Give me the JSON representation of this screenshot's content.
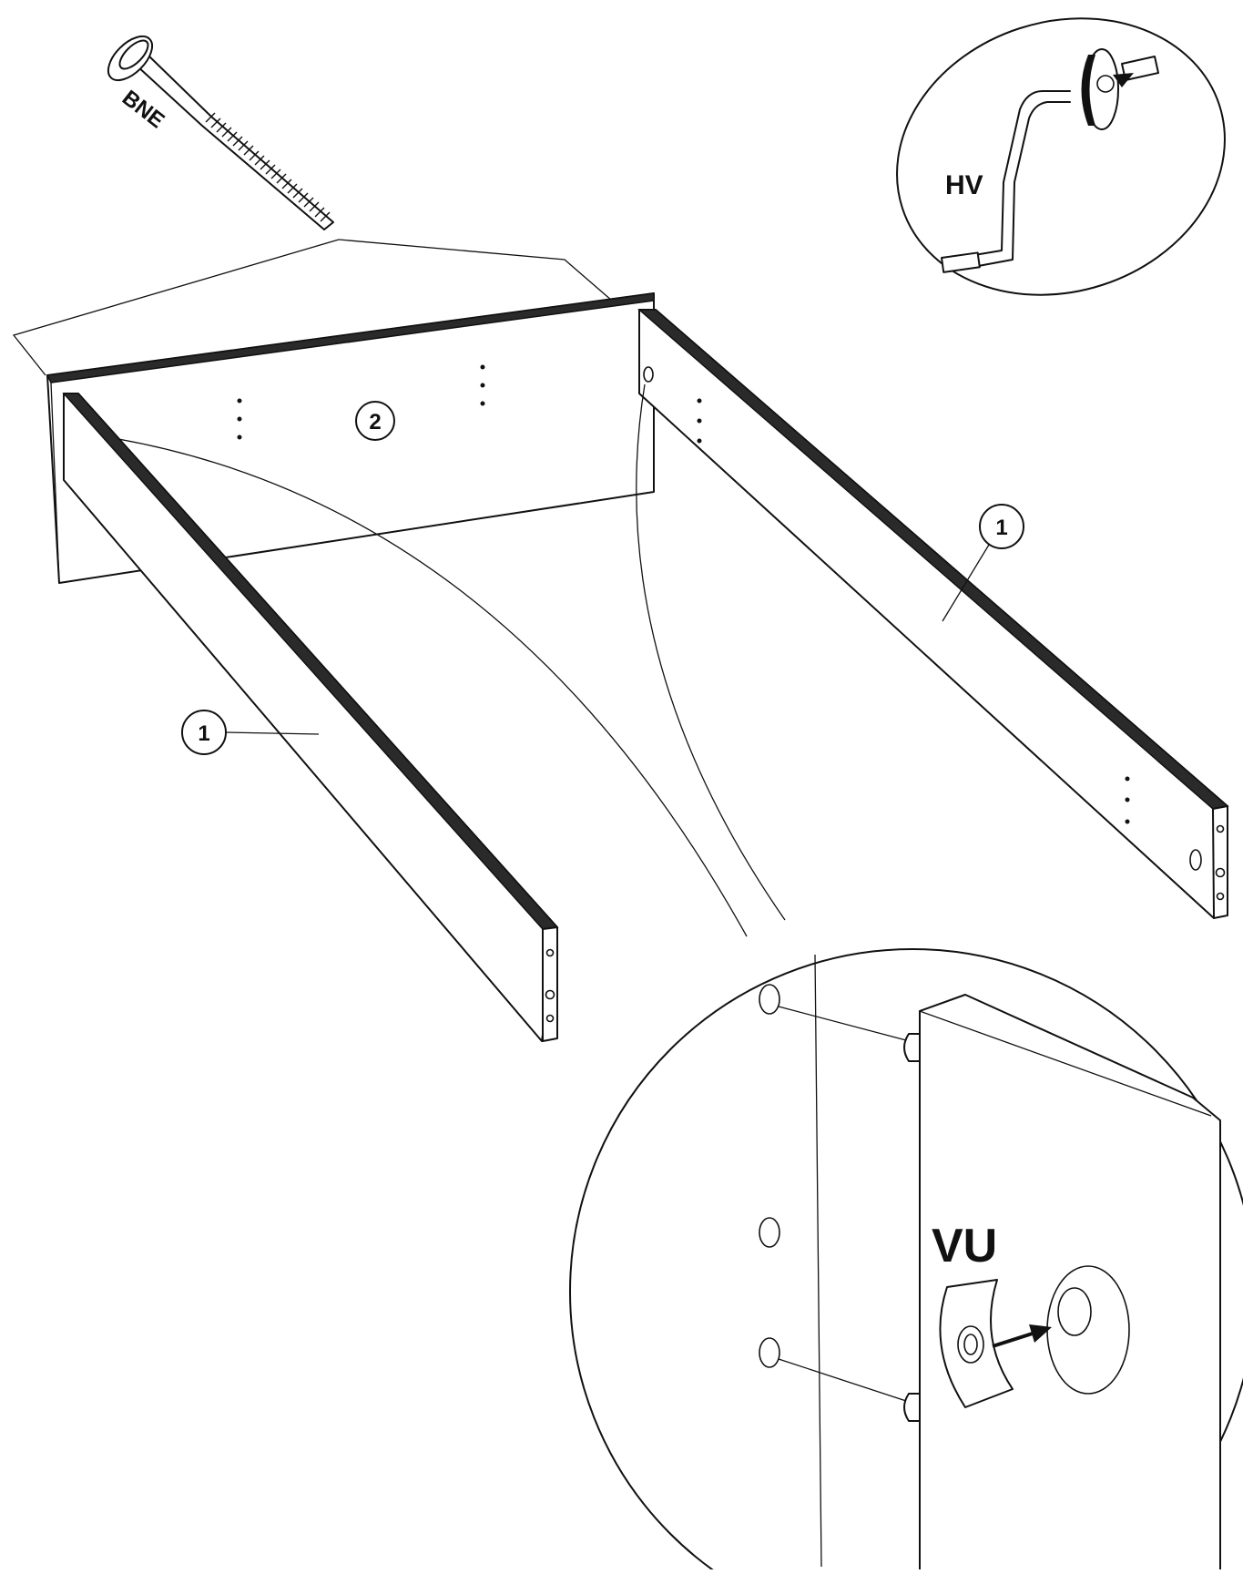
{
  "hardware": {
    "bolt_code": "BNE",
    "key_code": "HV",
    "cam_code": "VU"
  },
  "parts": {
    "back_panel_number": "2",
    "side_rail_left_number": "1",
    "side_rail_right_number": "1"
  },
  "colors": {
    "line": "#111111",
    "background": "#ffffff"
  }
}
